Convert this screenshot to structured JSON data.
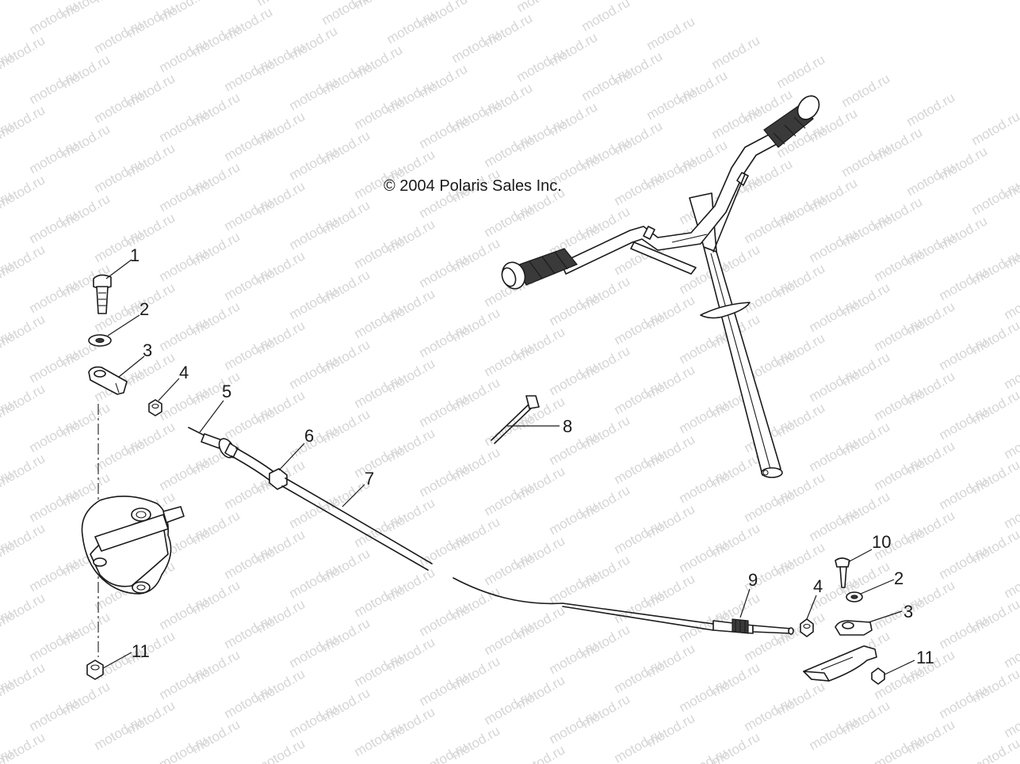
{
  "copyright": "© 2004 Polaris Sales Inc.",
  "watermark_text": "motod.ru",
  "callouts": {
    "c1": "1",
    "c2_left": "2",
    "c3_left": "3",
    "c4_left": "4",
    "c5": "5",
    "c6": "6",
    "c7": "7",
    "c8": "8",
    "c9": "9",
    "c10": "10",
    "c2_right": "2",
    "c3_right": "3",
    "c4_right": "4",
    "c11_left": "11",
    "c11_right": "11"
  },
  "colors": {
    "line": "#1a1a1a",
    "watermark": "#d6d6d6",
    "grip": "#3a3a3a",
    "background": "#ffffff"
  }
}
